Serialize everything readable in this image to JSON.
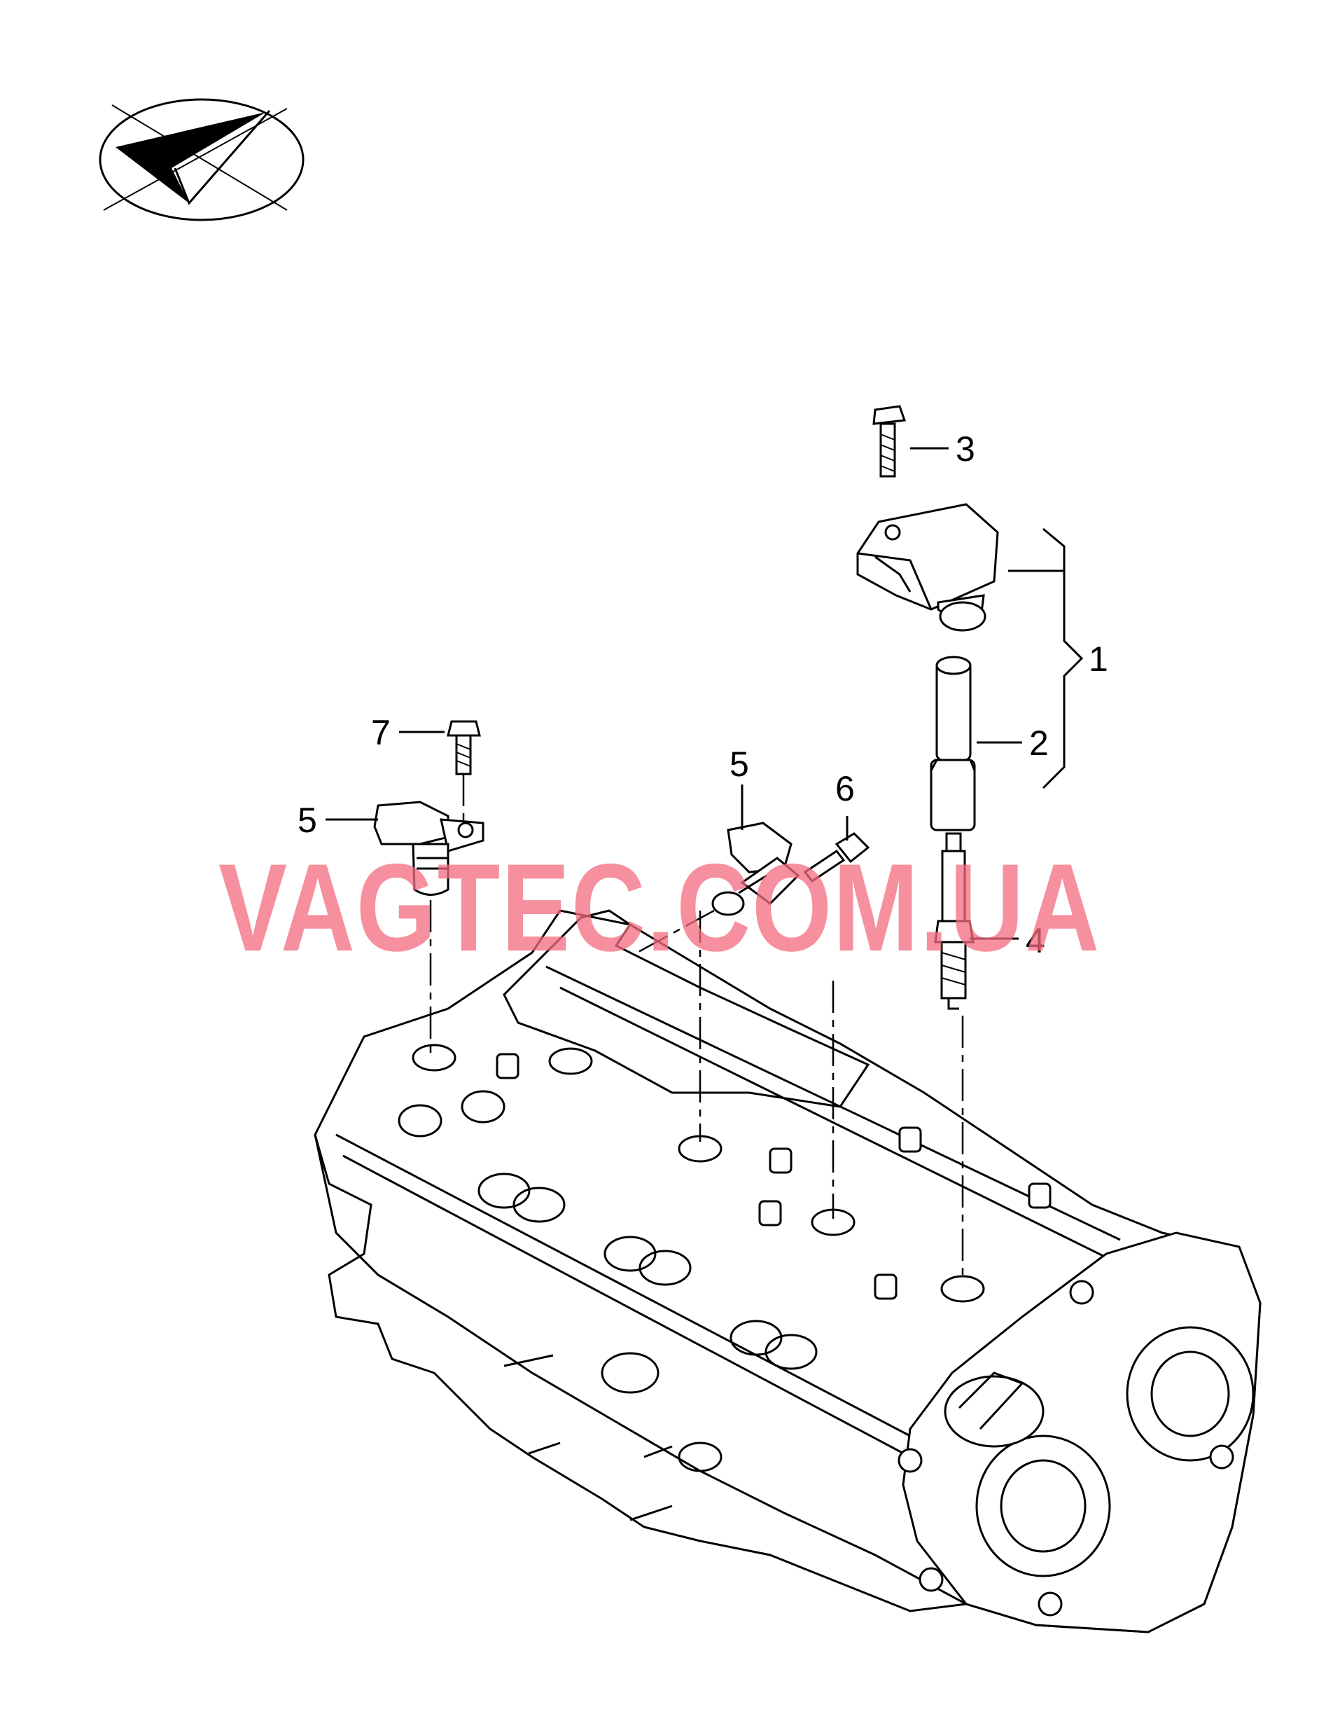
{
  "diagram": {
    "callouts": [
      {
        "id": "c1",
        "label": "1"
      },
      {
        "id": "c2",
        "label": "2"
      },
      {
        "id": "c3",
        "label": "3"
      },
      {
        "id": "c4",
        "label": "4"
      },
      {
        "id": "c5a",
        "label": "5"
      },
      {
        "id": "c5b",
        "label": "5"
      },
      {
        "id": "c6",
        "label": "6"
      },
      {
        "id": "c7",
        "label": "7"
      }
    ],
    "watermark": "VAGTEC.COM.UA",
    "logo": {
      "icon": "arrow-check-ellipse-logo"
    }
  }
}
